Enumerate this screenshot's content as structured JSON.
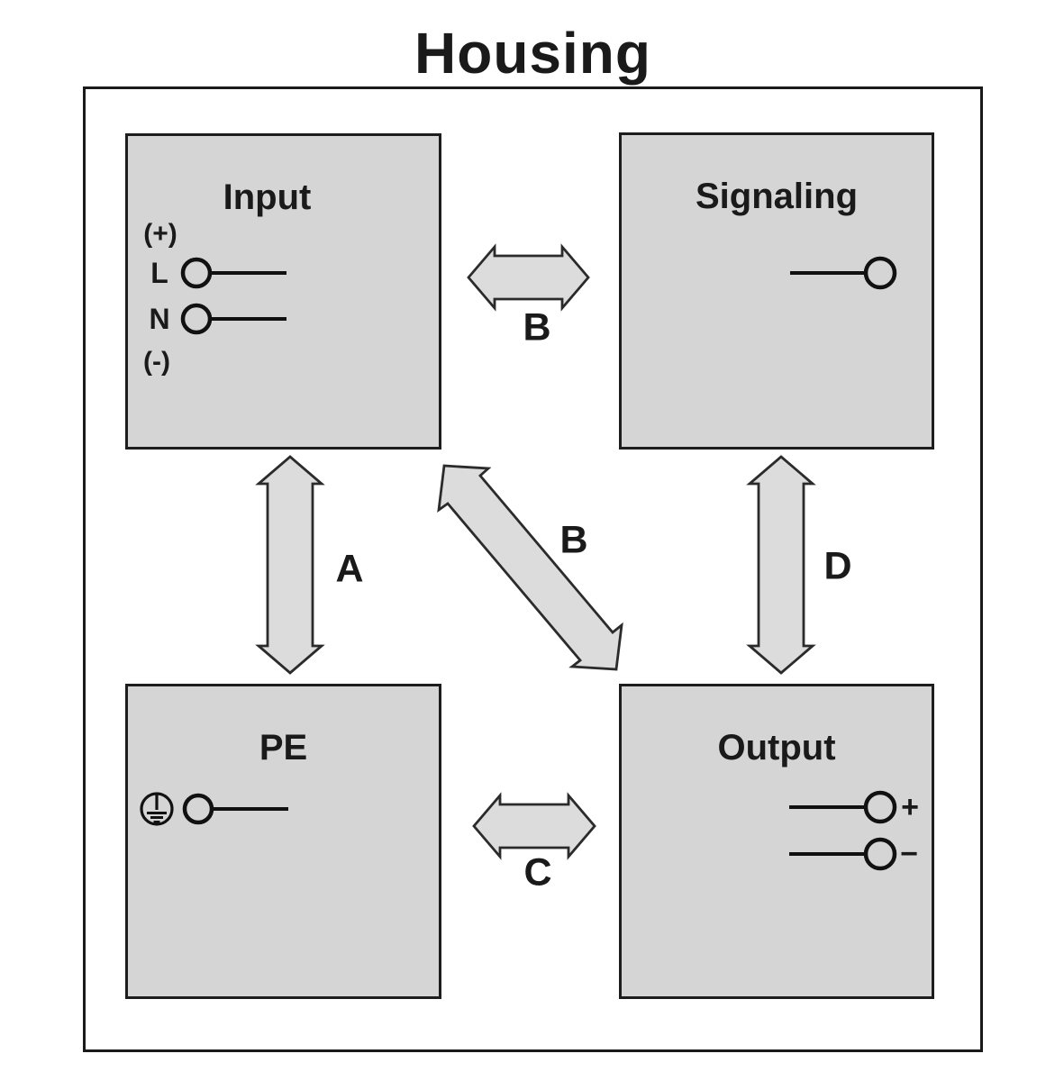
{
  "title": "Housing",
  "colors": {
    "background": "#ffffff",
    "text": "#1a1a1a",
    "outer_border": "#1a1a1a",
    "box_fill": "#d5d5d5",
    "box_border": "#1d1d1d",
    "arrow_fill": "#dcdcdc",
    "arrow_border": "#2b2b2b"
  },
  "blocks": {
    "input": {
      "title": "Input",
      "plus_label": "(+)",
      "line_label": "L",
      "neutral_label": "N",
      "minus_label": "(-)"
    },
    "signaling": {
      "title": "Signaling"
    },
    "pe": {
      "title": "PE"
    },
    "output": {
      "title": "Output",
      "plus_label": "+",
      "minus_label": "−"
    }
  },
  "arrows": {
    "a": {
      "label": "A",
      "connects": [
        "Input",
        "PE"
      ],
      "type": "double-headed"
    },
    "b_top": {
      "label": "B",
      "connects": [
        "Input",
        "Signaling"
      ],
      "type": "double-headed"
    },
    "b_diag": {
      "label": "B",
      "connects": [
        "Input",
        "Output"
      ],
      "type": "double-headed"
    },
    "c": {
      "label": "C",
      "connects": [
        "PE",
        "Output"
      ],
      "type": "double-headed"
    },
    "d": {
      "label": "D",
      "connects": [
        "Signaling",
        "Output"
      ],
      "type": "double-headed"
    }
  },
  "icons": {
    "protective_earth": "protective-earth-ground-symbol"
  }
}
